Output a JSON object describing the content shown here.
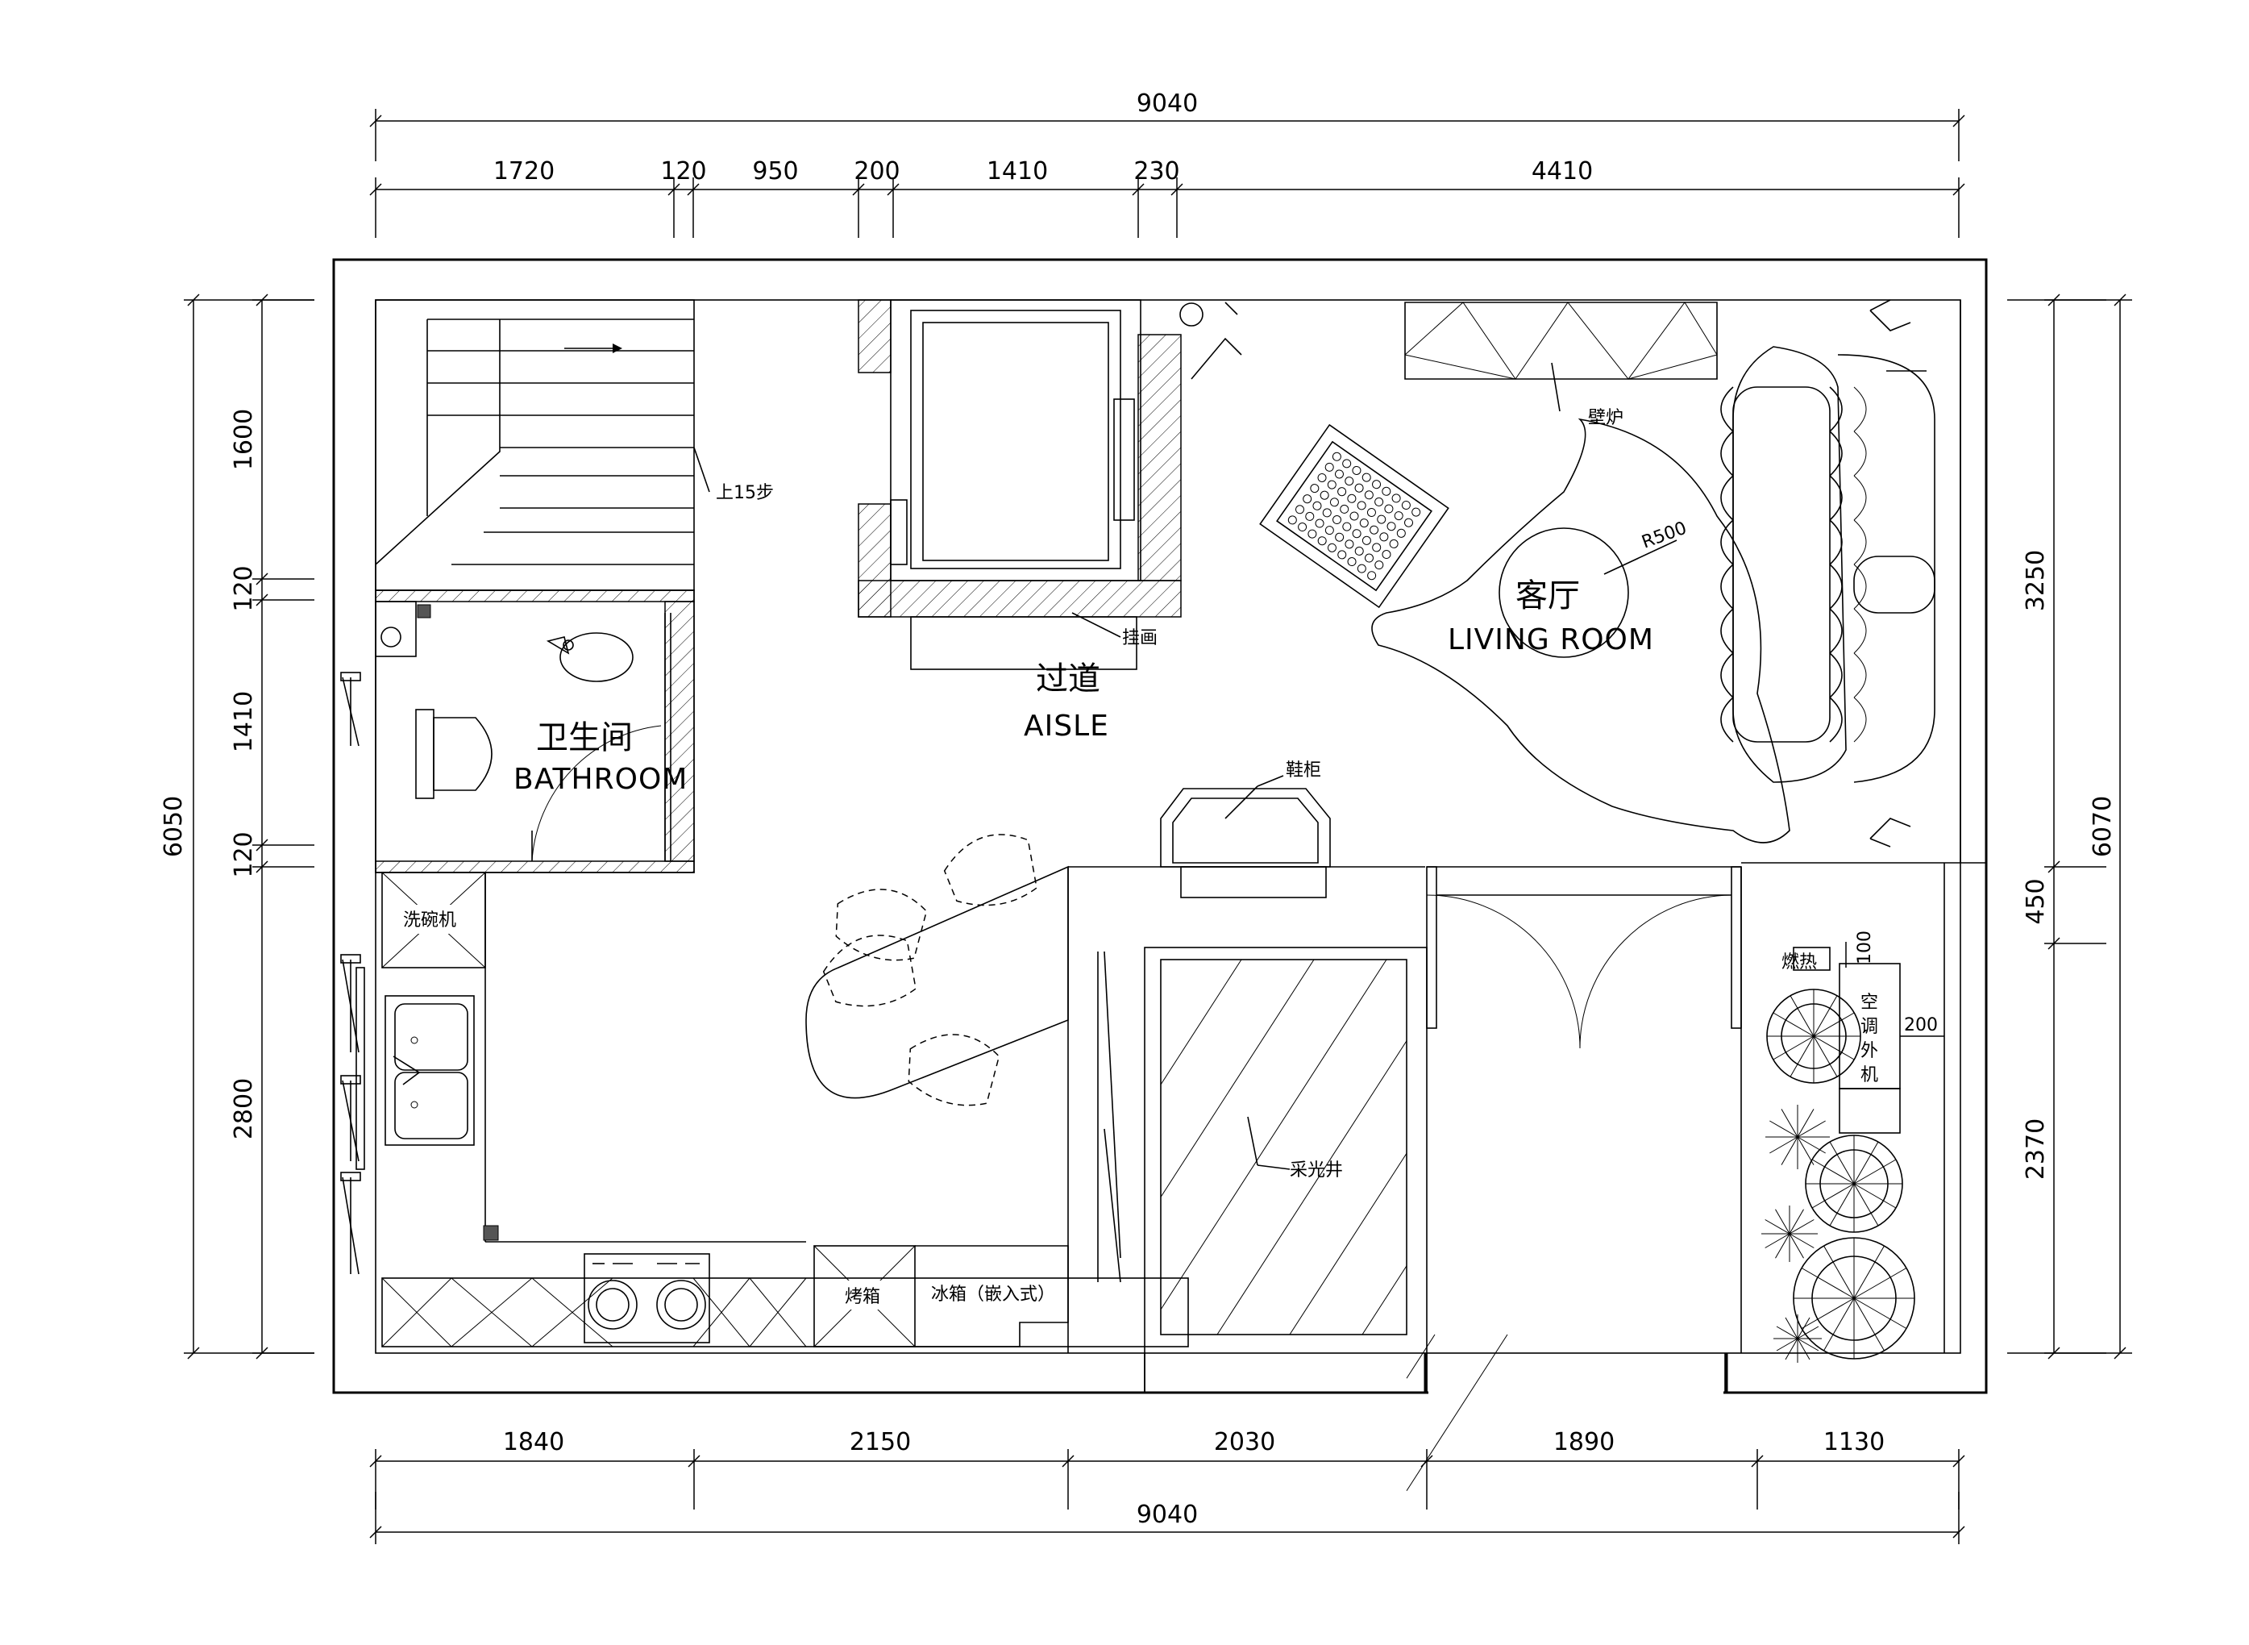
{
  "dimensions": {
    "top_total": "9040",
    "top_segments": [
      "1720",
      "120",
      "950",
      "200",
      "1410",
      "230",
      "4410"
    ],
    "bottom_segments": [
      "1840",
      "2150",
      "2030",
      "1890",
      "1130"
    ],
    "bottom_total": "9040",
    "left_total": "6050",
    "left_segments": [
      "1600",
      "120",
      "1410",
      "120",
      "2800"
    ],
    "right_total": "6070",
    "right_segments": [
      "3250",
      "450",
      "2370"
    ]
  },
  "rooms": {
    "living_cn": "客厅",
    "living_en": "LIVING ROOM",
    "aisle_cn": "过道",
    "aisle_en": "AISLE",
    "bathroom_cn": "卫生间",
    "bathroom_en": "BATHROOM"
  },
  "labels": {
    "stairs": "上15步",
    "hanging_painting": "挂画",
    "fireplace": "壁炉",
    "radius": "R500",
    "shoe_cabinet": "鞋柜",
    "dishwasher": "洗碗机",
    "oven": "烤箱",
    "fridge": "冰箱（嵌入式）",
    "lightwell": "采光井",
    "water_heater": "燃热",
    "ac_unit": [
      "空",
      "调",
      "外",
      "机"
    ],
    "dim_100": "100",
    "dim_200": "200"
  }
}
